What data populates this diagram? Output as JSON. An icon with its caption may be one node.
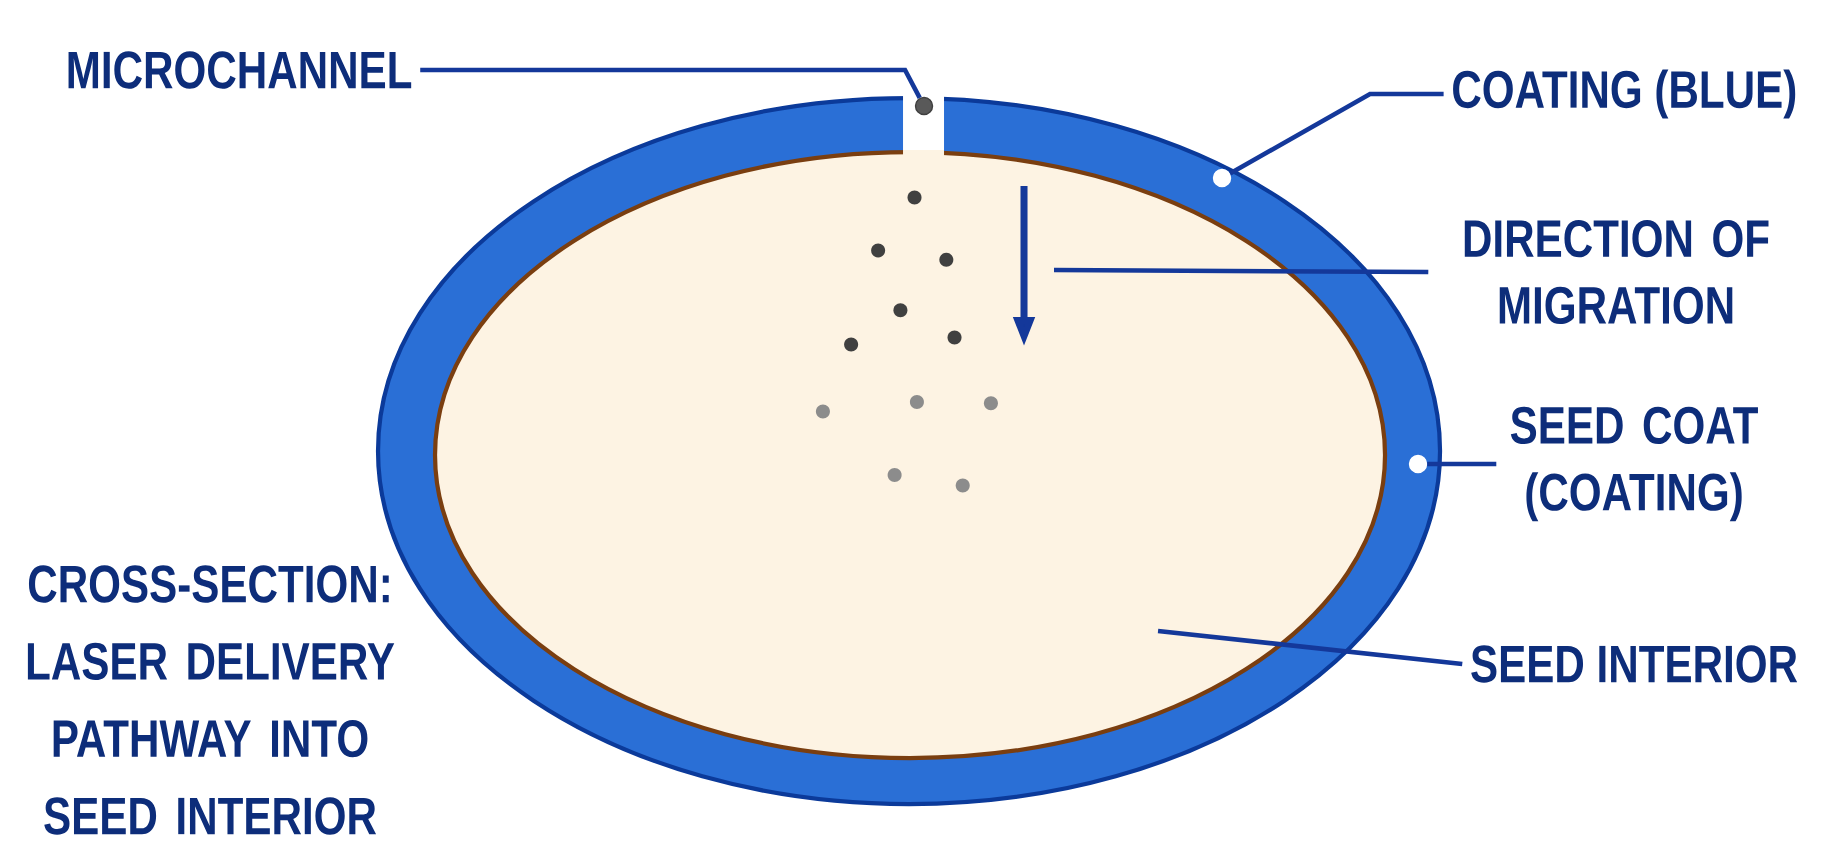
{
  "diagram": {
    "caption": "CROSS-SECTION: LASER DELIVERY PATHWAY INTO SEED INTERIOR",
    "nodes": [
      {
        "text": [
          "MICROCHANNEL"
        ]
      },
      {
        "text": [
          "COATING (BLUE)"
        ]
      },
      {
        "text": [
          "DIRECTION OF MIGRATION"
        ]
      },
      {
        "text": [
          "SEED COAT (COATING)"
        ]
      },
      {
        "text": [
          "SEED INTERIOR"
        ]
      },
      {
        "text": [],
        "shape": "circle"
      },
      {
        "text": [],
        "shape": "circle"
      },
      {
        "text": [],
        "shape": "circle"
      }
    ],
    "edges": [
      {
        "from": 0,
        "to": 5,
        "arrow": "none"
      },
      {
        "from": 1,
        "to": 6,
        "arrow": "none"
      },
      {
        "from": 2,
        "to": null,
        "arrow": "none"
      },
      {
        "from": 3,
        "to": 7,
        "arrow": "none"
      },
      {
        "from": 4,
        "to": null,
        "arrow": "none"
      }
    ]
  }
}
